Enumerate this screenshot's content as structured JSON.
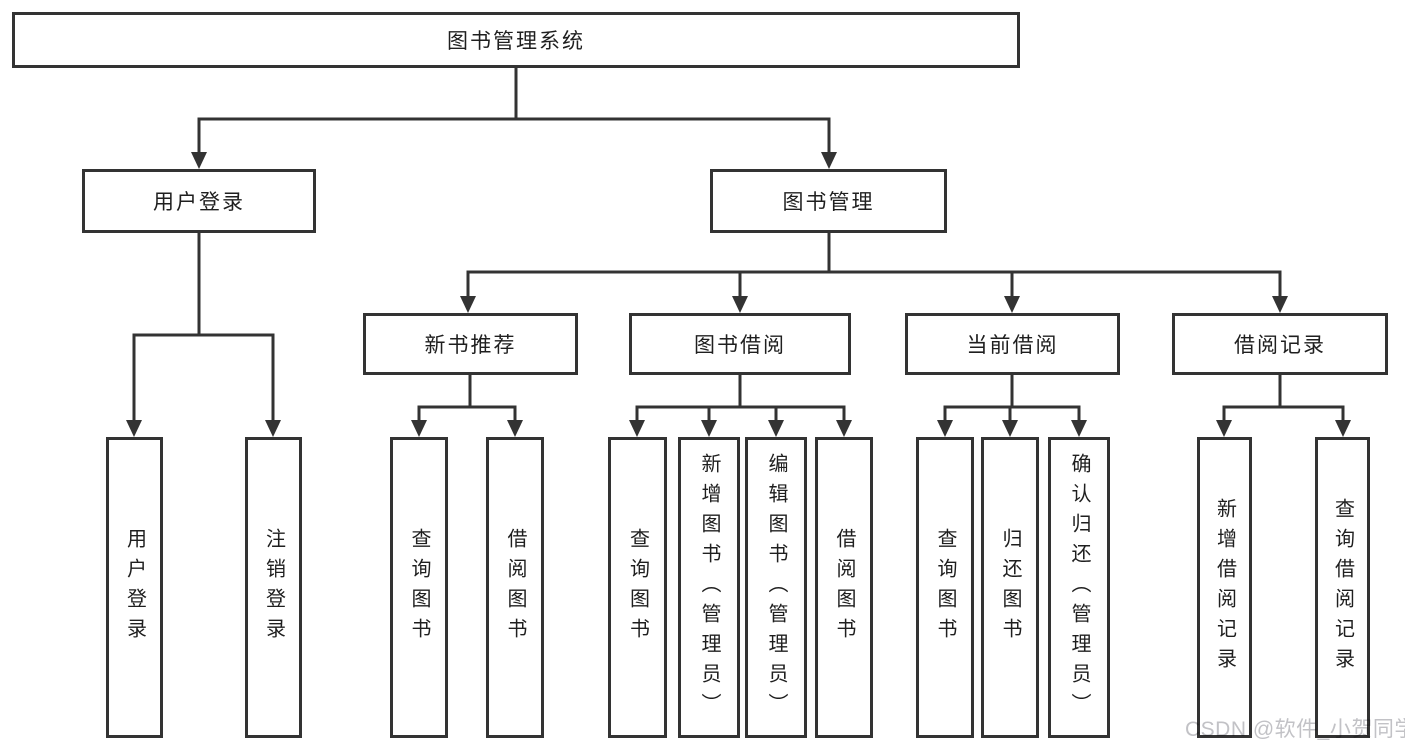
{
  "diagram": {
    "type": "hierarchy",
    "title": "图书管理系统",
    "branches": [
      {
        "label": "用户登录",
        "children": [
          {
            "label": "用户登录"
          },
          {
            "label": "注销登录"
          }
        ]
      },
      {
        "label": "图书管理",
        "children": [
          {
            "label": "新书推荐",
            "children": [
              {
                "label": "查询图书"
              },
              {
                "label": "借阅图书"
              }
            ]
          },
          {
            "label": "图书借阅",
            "children": [
              {
                "label": "查询图书"
              },
              {
                "label": "新增图书（管理员）"
              },
              {
                "label": "编辑图书（管理员）"
              },
              {
                "label": "借阅图书"
              }
            ]
          },
          {
            "label": "当前借阅",
            "children": [
              {
                "label": "查询图书"
              },
              {
                "label": "归还图书"
              },
              {
                "label": "确认归还（管理员）"
              }
            ]
          },
          {
            "label": "借阅记录",
            "children": [
              {
                "label": "新增借阅记录"
              },
              {
                "label": "查询借阅记录"
              }
            ]
          }
        ]
      }
    ]
  },
  "watermark": {
    "text": "CSDN @软件_小贺同学"
  },
  "colors": {
    "line": "#333333",
    "box_border": "#333333",
    "text": "#1f1f1f",
    "watermark": "#c2c2c6",
    "background": "#ffffff"
  }
}
